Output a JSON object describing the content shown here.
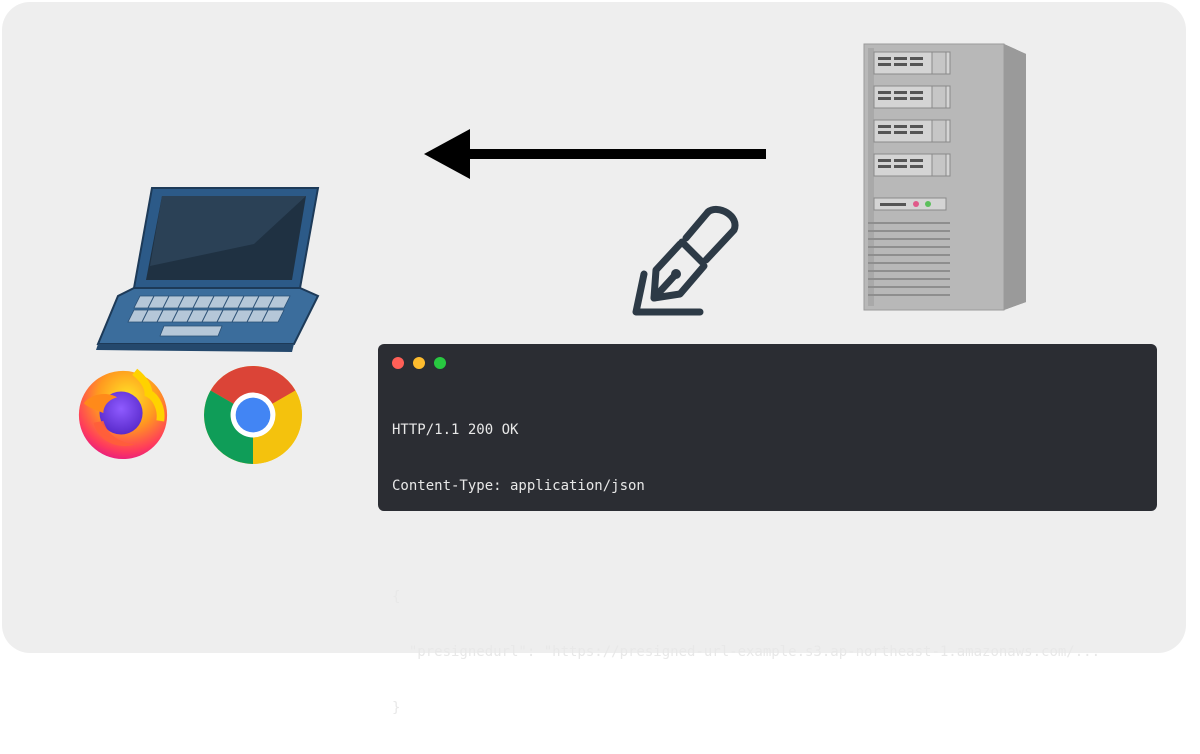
{
  "terminal": {
    "window_controls": [
      "close",
      "minimize",
      "maximize"
    ],
    "lines": [
      "HTTP/1.1 200 OK",
      "Content-Type: application/json",
      "",
      "{",
      "  \"presignedurl\": \"https://presigned-url-example.s3.ap-northeast-1.amazonaws.com/...",
      "}"
    ]
  },
  "icons": {
    "server": "server-tower-icon",
    "laptop": "laptop-icon",
    "firefox": "firefox-logo-icon",
    "chrome": "chrome-logo-icon",
    "signature": "fountain-pen-signature-icon",
    "arrow": "arrow-left-icon"
  },
  "colors": {
    "background": "#eeeeee",
    "terminal_bg": "#2b2d33",
    "terminal_text": "#e8e8e8",
    "dot_red": "#ff5f57",
    "dot_yellow": "#febc2e",
    "dot_green": "#28c840"
  }
}
